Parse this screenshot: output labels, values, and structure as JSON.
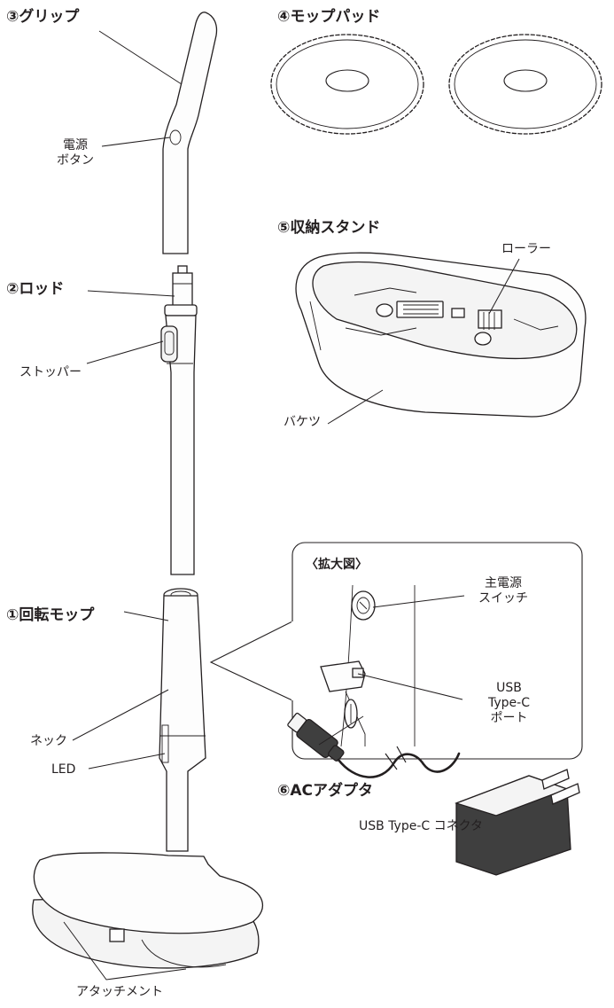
{
  "parts": {
    "grip": "③グリップ",
    "mop_pad": "④モップパッド",
    "storage_stand": "⑤収納スタンド",
    "rod": "②ロッド",
    "rotating_mop": "①回転モップ",
    "ac_adapter": "⑥ACアダプタ"
  },
  "labels": {
    "power_button": [
      "電源",
      "ボタン"
    ],
    "stopper": "ストッパー",
    "neck": "ネック",
    "led": "LED",
    "attachment": "アタッチメント",
    "roller": "ローラー",
    "bucket": "バケツ",
    "usb_connector": "USB Type-C コネクタ"
  },
  "zoom": {
    "title": "〈拡大図〉",
    "main_power_switch": [
      "主電源",
      "スイッチ"
    ],
    "usb_port": [
      "USB",
      "Type-C",
      "ポート"
    ]
  }
}
